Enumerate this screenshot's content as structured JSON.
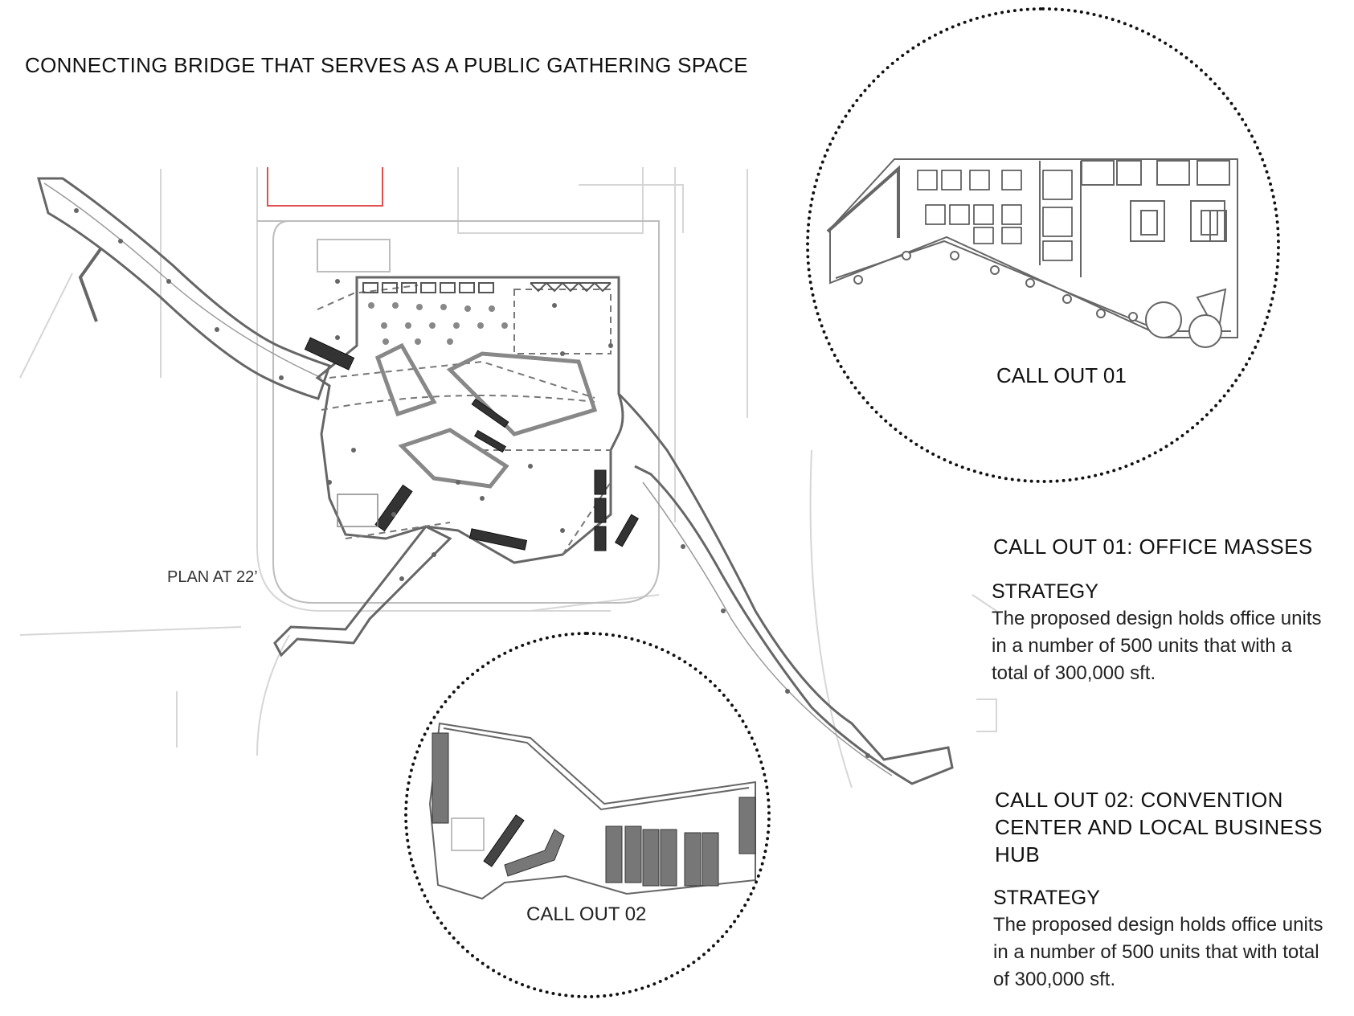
{
  "title": "CONNECTING BRIDGE THAT SERVES AS A PUBLIC GATHERING SPACE",
  "plan_label": "PLAN AT 22’",
  "callout_01": {
    "circle_label": "CALL OUT 01",
    "heading": "CALL OUT 01: OFFICE MASSES",
    "strategy_label": "STRATEGY",
    "body": "The proposed design holds office units in a number of 500 units that with a total of 300,000 sft."
  },
  "callout_02": {
    "circle_label": "CALL OUT 02",
    "heading": "CALL OUT 02: CONVENTION CENTER AND LOCAL BUSINESS HUB",
    "strategy_label": "STRATEGY",
    "body": "The proposed design holds office units in a number of 500 units that with total of 300,000 sft."
  },
  "colors": {
    "line": "#555555",
    "light_line": "#cccccc",
    "accent_red": "#e05050",
    "dotted": "#111111"
  }
}
